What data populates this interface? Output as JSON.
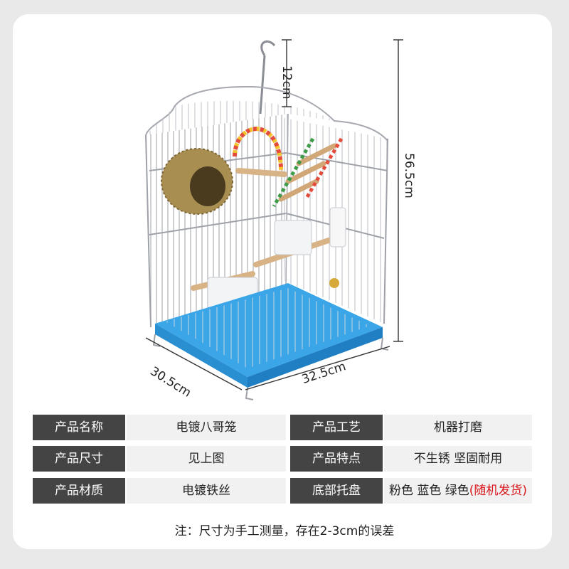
{
  "dimensions": {
    "hook_height": "12cm",
    "total_height": "56.5cm",
    "depth": "30.5cm",
    "width": "32.5cm"
  },
  "specs": [
    {
      "k1": "产品名称",
      "v1": "电镀八哥笼",
      "k2": "产品工艺",
      "v2": "机器打磨"
    },
    {
      "k1": "产品尺寸",
      "v1": "见上图",
      "k2": "产品特点",
      "v2": "不生锈 坚固耐用"
    },
    {
      "k1": "产品材质",
      "v1": "电镀铁丝",
      "k2": "底部托盘",
      "v2": "粉色 蓝色 绿色",
      "v2_red": "(随机发货)"
    }
  ],
  "note": "注：尺寸为手工测量，存在2-3cm的误差",
  "colors": {
    "key_bg": "#444444",
    "val_bg": "#f1f1f1",
    "tray_blue": "#3aa6e8",
    "accent_red": "#d9171c",
    "card_bg": "#ffffff",
    "page_bg": "#e9e9e9"
  }
}
